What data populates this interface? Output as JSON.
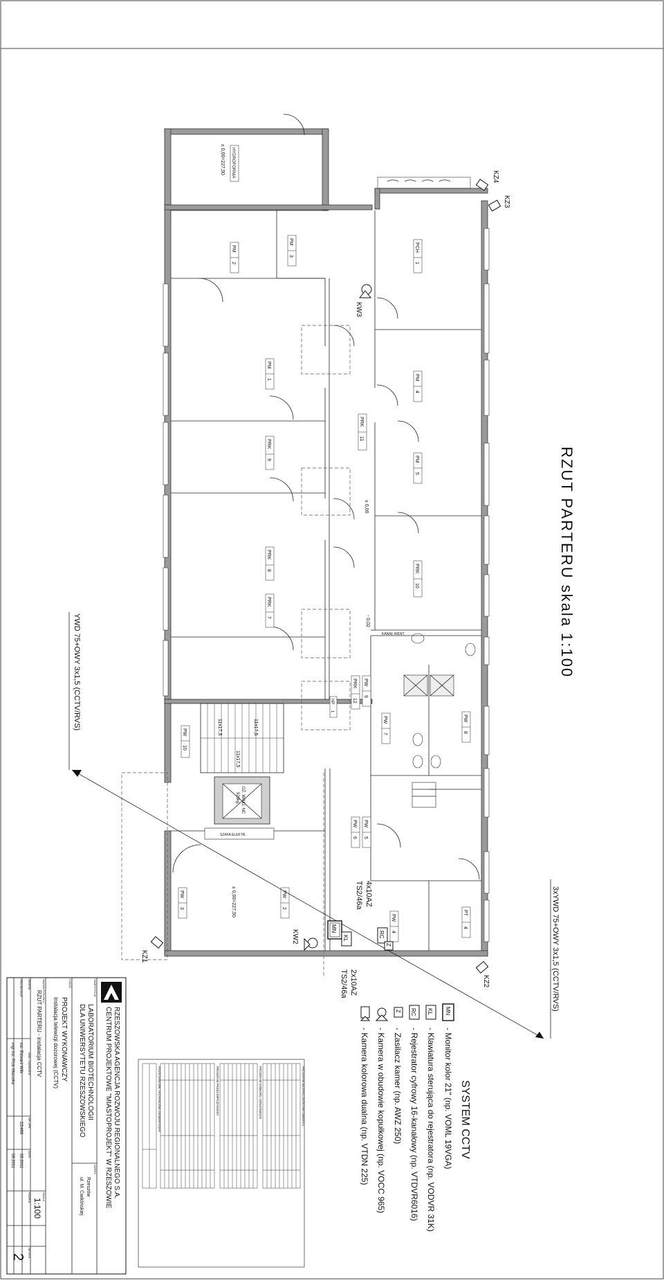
{
  "drawing": {
    "title": "RZUT PARTERU skala 1:100",
    "cables": {
      "upper": "3xYWD 75+OWY 3x1,5 (CCTV/RVS)",
      "lower": "YWD 75+OWY 3x1,5 (CCTV/RVS)",
      "bundle1_a": "4x10AZ",
      "bundle1_b": "TS2/46a",
      "bundle2_a": "2x10AZ",
      "bundle2_b": "TS2/46a"
    },
    "levels": {
      "hydro": "± 0,00=227,50",
      "main": "± 0,00",
      "hall": "± 0,00=227,50",
      "step": "- 0,02"
    },
    "cameras": [
      "KZ4",
      "KZ3",
      "KW3",
      "KW2",
      "KZ1",
      "KZ2"
    ],
    "devices": {
      "mn": "MN",
      "kl": "KL",
      "rc": "RC",
      "z": "Z"
    },
    "rooms": [
      {
        "code": "HYDROFORNIA",
        "num": ""
      },
      {
        "code": "PM",
        "num": "2"
      },
      {
        "code": "PM",
        "num": "3"
      },
      {
        "code": "PCH",
        "num": "1"
      },
      {
        "code": "PM",
        "num": "1"
      },
      {
        "code": "PM",
        "num": "4"
      },
      {
        "code": "PRK",
        "num": "11"
      },
      {
        "code": "PRK",
        "num": "9"
      },
      {
        "code": "PM",
        "num": "5"
      },
      {
        "code": "PRK",
        "num": "8"
      },
      {
        "code": "PRK",
        "num": "10"
      },
      {
        "code": "PRK",
        "num": "7"
      },
      {
        "code": "PW",
        "num": "9"
      },
      {
        "code": "PRK",
        "num": "12"
      },
      {
        "code": "PW",
        "num": "8"
      },
      {
        "code": "PW",
        "num": "7"
      },
      {
        "code": "PW",
        "num": "10"
      },
      {
        "code": "PW",
        "num": "5"
      },
      {
        "code": "PW",
        "num": "6"
      },
      {
        "code": "PW",
        "num": "2"
      },
      {
        "code": "PW",
        "num": "3"
      },
      {
        "code": "PW",
        "num": "4"
      },
      {
        "code": "PT",
        "num": "4"
      },
      {
        "code": "HP",
        "num": "1"
      }
    ],
    "stairs": [
      "11x17,5",
      "11x17,5",
      "11x17,5"
    ],
    "lift": [
      "DŹ. WIND. NC",
      "920kg"
    ],
    "small_labels": {
      "kanal": "KANAŁ WENT.",
      "szafa": "SZAFA ELEKTR."
    }
  },
  "legend": {
    "title": "SYSTEM CCTV",
    "items": [
      {
        "symbol": "MN",
        "text": "- Monitor kolor 21\" (np. VOML 19VGA)"
      },
      {
        "symbol": "KL",
        "text": "- Klawiatura sterująca do rejestratora (np. VODVR 31K)"
      },
      {
        "symbol": "RC",
        "text": "- Rejestrator cyfrowy 16-kanałowy (np. VTDVR6016)"
      },
      {
        "symbol": "Z",
        "text": "- Zasilacz kamer (np. AWZ 250)"
      },
      {
        "symbol": "dome",
        "text": "- Kamera w obudowie kopułkowej (np. VOCC 965)"
      },
      {
        "symbol": "box",
        "text": "- Kamera kolorowa dualna (np. VTDN 225)"
      }
    ]
  },
  "title_block": {
    "company_line1": "RZESZOWSKA AGENCJA ROZWOJU REGIONALNEGO S.A.",
    "company_line2": "CENTRUM PROJEKTOWE \"MIASTOPROJEKT\" W RZESZOWIE",
    "investor_label": "INWESTYCJA",
    "investor_line1": "LABORATORIUM BIOTECHNOLOGII",
    "investor_line2": "DLA UNIWERSYTETU RZESZOWSKIEGO",
    "address_label": "ADRES",
    "address_line1": "Rzeszów",
    "address_line2": "ul. M. Ćwiklińskiej",
    "stage_label": "CZĘŚĆ",
    "stage_line1": "PROJEKT WYKONAWCZY",
    "stage_line2": "Instalacja telewizji dozorowej (CCTV)",
    "drawing_label": "NAZWA RYSUNKU",
    "drawing_name": "RZUT PARTERU - instalacja CCTV",
    "scale_label": "SKALA",
    "scale": "1:100",
    "team_label": "ZESPÓŁ",
    "name_label": "IMIĘ I NAZWISKO",
    "license_label": "NR UPR.",
    "date_label": "DATA",
    "sign_label": "PODPIS",
    "designer_label": "PROJEKTANT",
    "designer": "inż. Edward Wilk",
    "designer_license": "22/489",
    "designer_date": "09.2011",
    "checker": "mgr inż. Piotr Mazurka",
    "checker_date": "09.2011",
    "sheet_label": "NR RYS.",
    "sheet_no": "2"
  },
  "tables": {
    "t1_title": "PROGRAM BEZPIECZEŃSTWA OBIEKTU",
    "t2_title": "PROGRAM OSBIORU ODNOŚNEGO",
    "t3_title": "PROGRAM PRZECIWPOŻAROWY",
    "t4_title": "PODSTAWOWE TECHNICZNE GENERATORY"
  }
}
